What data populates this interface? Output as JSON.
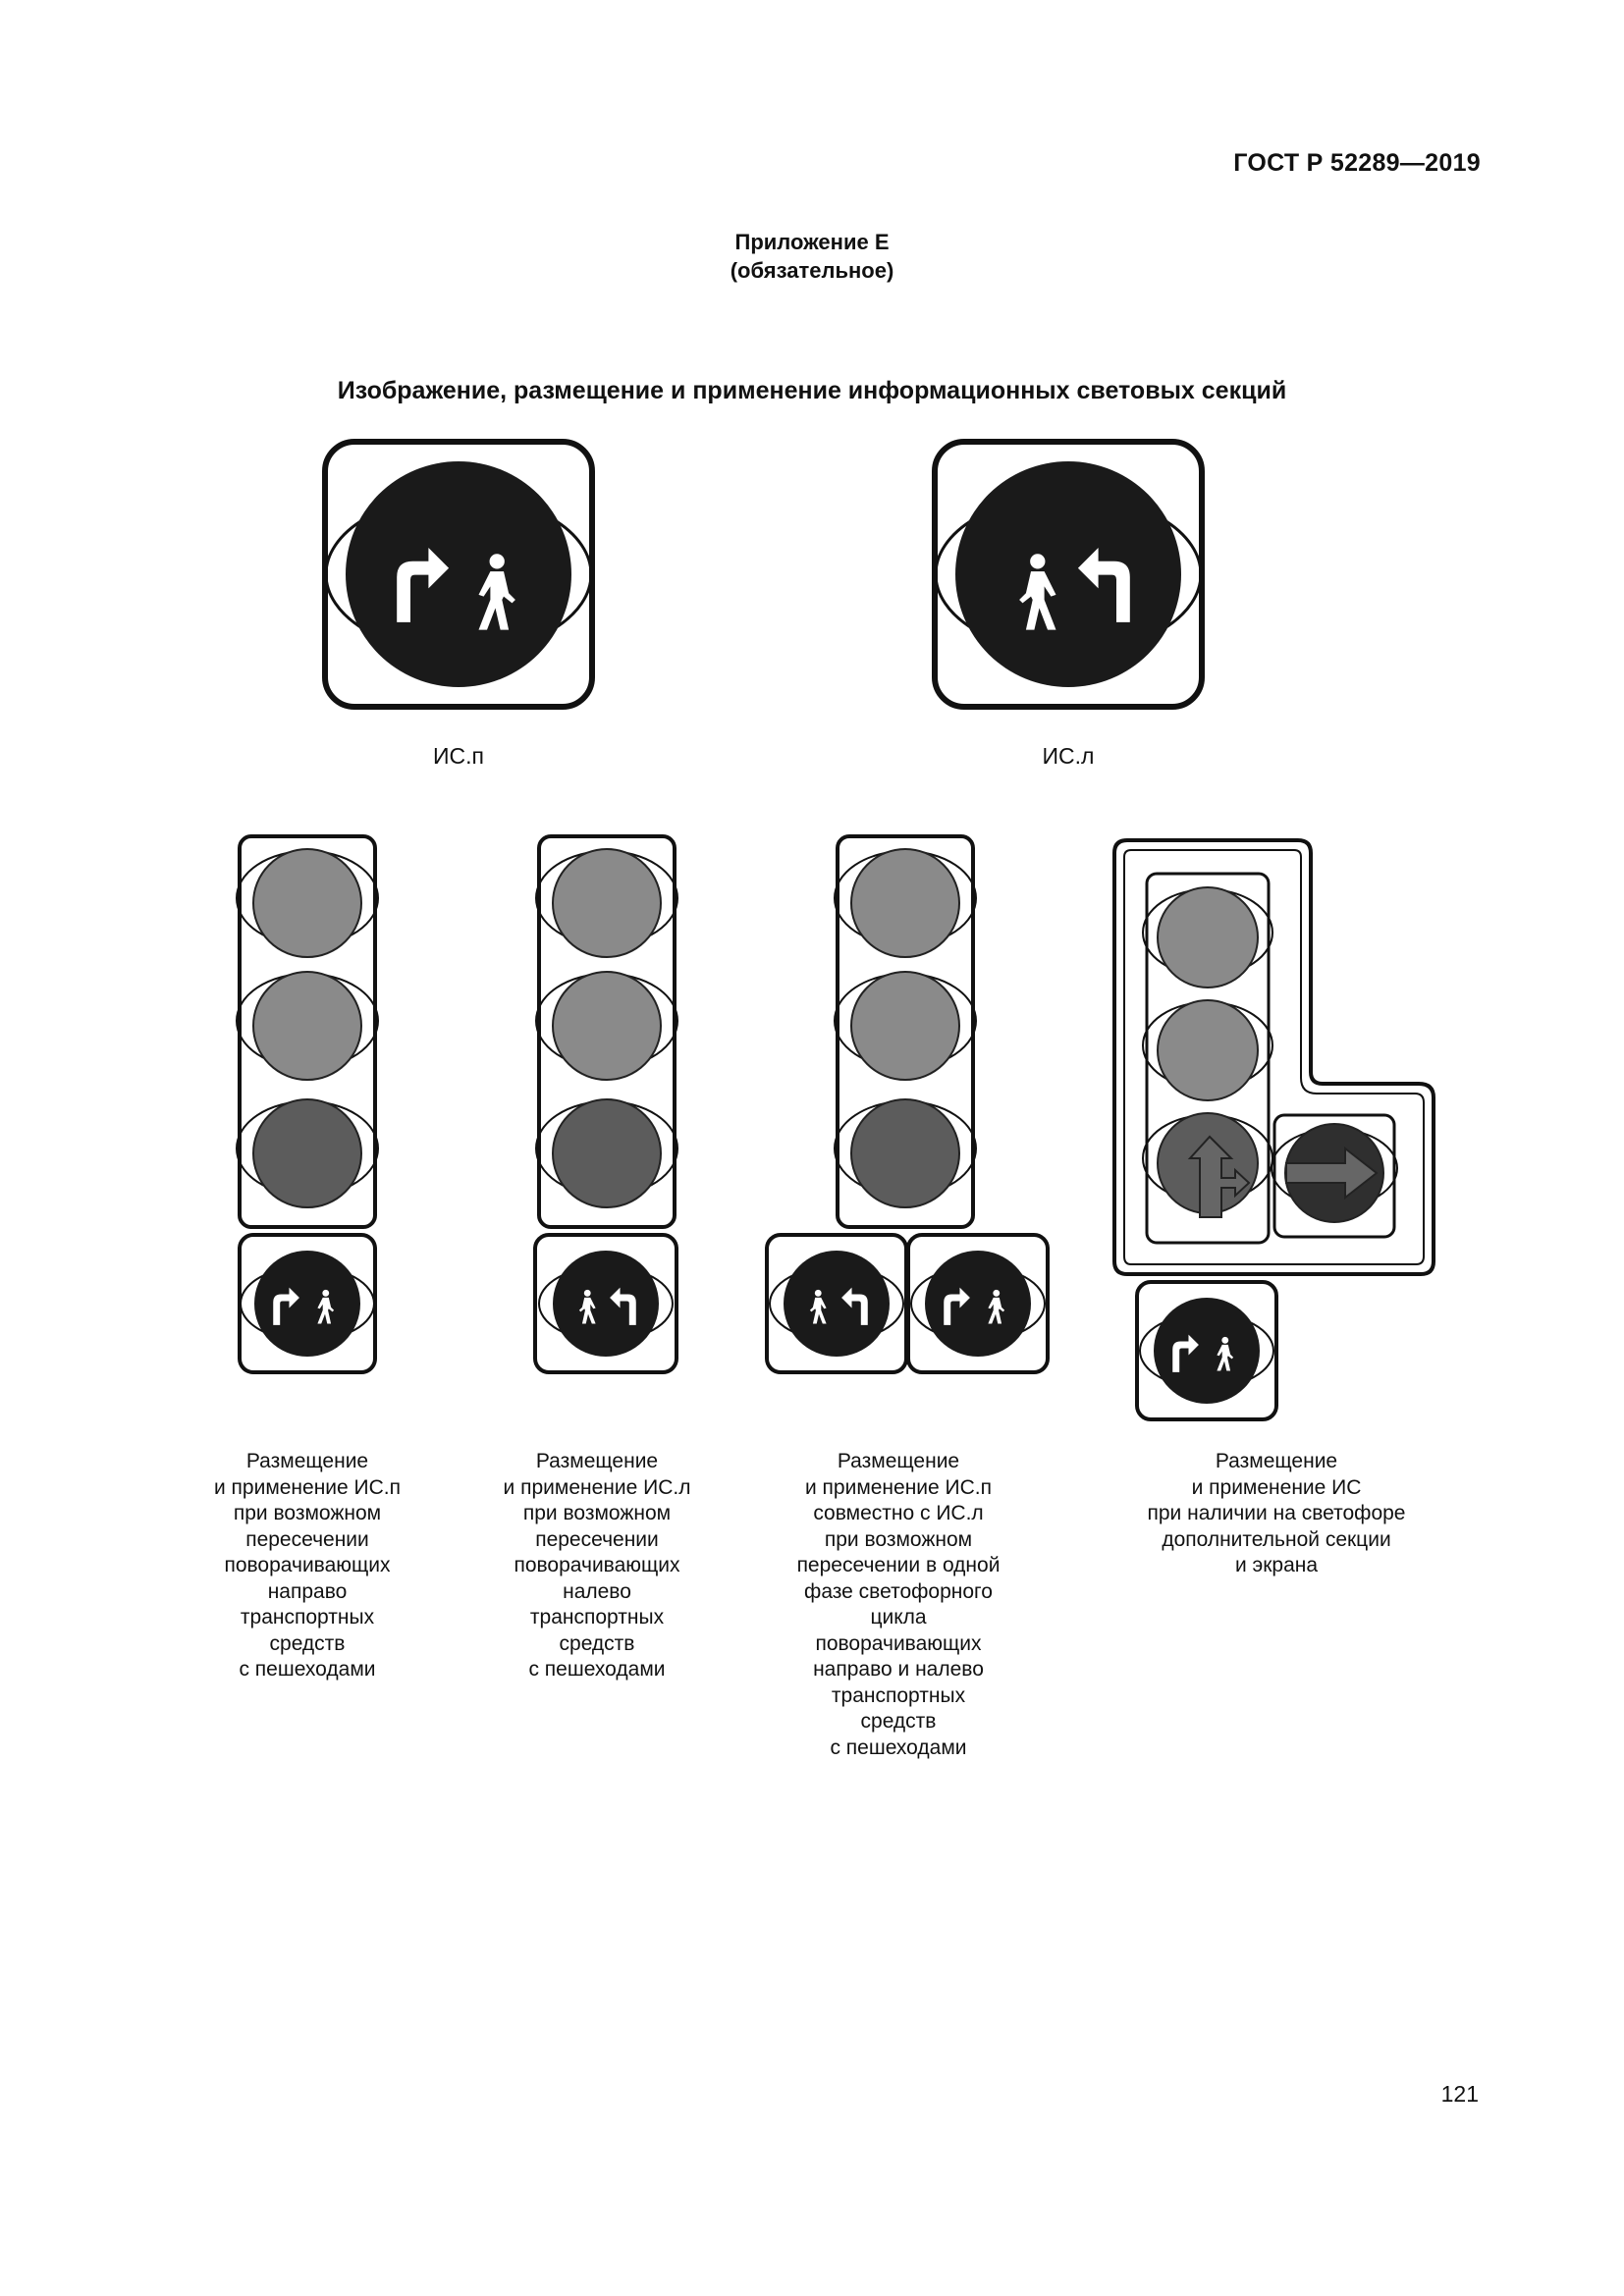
{
  "header": {
    "standard": "ГОСТ Р 52289—2019"
  },
  "annex": {
    "title": "Приложение Е",
    "status": "(обязательное)"
  },
  "section_title": "Изображение, размещение и применение информационных световых секций",
  "icons": [
    {
      "caption": "ИС.п",
      "symbol": "right-turn-arrow-with-pedestrian-icon"
    },
    {
      "caption": "ИС.л",
      "symbol": "pedestrian-with-left-turn-arrow-icon"
    }
  ],
  "placements": [
    {
      "description": "Размещение\nи применение ИС.п\nпри возможном\nпересечении\nповорачивающих\nнаправо\nтранспортных\nсредств\nс пешеходами"
    },
    {
      "description": "Размещение\nи применение ИС.л\nпри возможном\nпересечении\nповорачивающих\nналево\nтранспортных\nсредств\nс пешеходами"
    },
    {
      "description": "Размещение\nи применение ИС.п\nсовместно с ИС.л\nпри возможном\nпересечении в одной\nфазе светофорного\nцикла\nповорачивающих\nнаправо и налево\nтранспортных\nсредств\nс пешеходами"
    },
    {
      "description": "Размещение\nи применение ИС\nпри наличии на светофоре\nдополнительной секции\nи экрана"
    }
  ],
  "colors": {
    "signal_gray": "#8a8a8a",
    "signal_dark": "#5c5c5c",
    "symbol_black": "#1a1a1a"
  },
  "page_number": "121"
}
